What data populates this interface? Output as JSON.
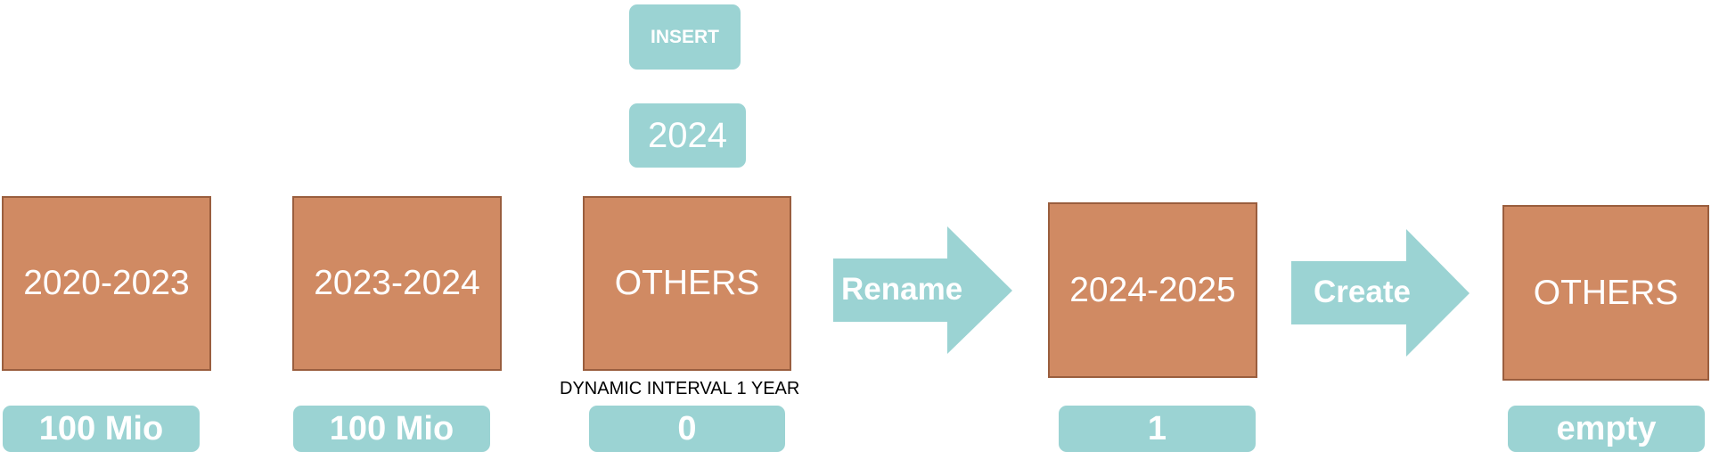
{
  "insert": {
    "label": "INSERT",
    "year": "2024"
  },
  "partitions": [
    {
      "name": "2020-2023",
      "value": "100 Mio"
    },
    {
      "name": "2023-2024",
      "value": "100 Mio"
    },
    {
      "name": "OTHERS",
      "value": "0"
    },
    {
      "name": "2024-2025",
      "value": "1"
    },
    {
      "name": "OTHERS",
      "value": "empty"
    }
  ],
  "caption": "DYNAMIC INTERVAL 1 YEAR",
  "arrows": {
    "rename": "Rename",
    "create": "Create"
  },
  "colors": {
    "partition": "#d08a63",
    "pill": "#9bd3d3"
  }
}
